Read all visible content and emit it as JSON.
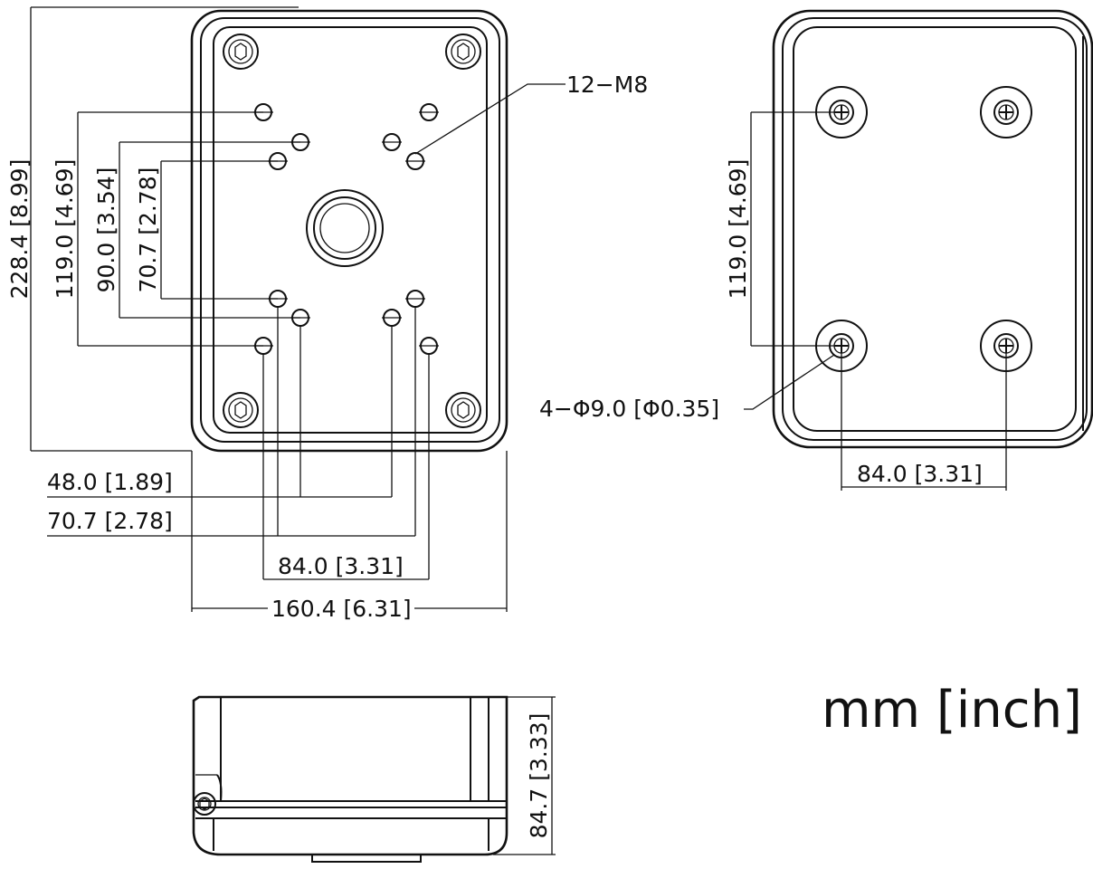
{
  "colors": {
    "ink": "#111111",
    "background": "#ffffff"
  },
  "front_view": {
    "label_thread": "12−M8",
    "dims": {
      "height_total": "228.4 [8.99]",
      "height_119": "119.0 [4.69]",
      "height_90": "90.0 [3.54]",
      "height_70": "70.7 [2.78]",
      "width_48": "48.0 [1.89]",
      "width_70": "70.7 [2.78]",
      "width_84": "84.0 [3.31]",
      "width_total": "160.4 [6.31]"
    }
  },
  "back_view": {
    "label_holes": "4−Φ9.0 [Φ0.35]",
    "dims": {
      "height_119": "119.0 [4.69]",
      "width_84": "84.0 [3.31]"
    }
  },
  "side_view": {
    "dims": {
      "height": "84.7 [3.33]"
    }
  },
  "units_label": "mm [inch]"
}
